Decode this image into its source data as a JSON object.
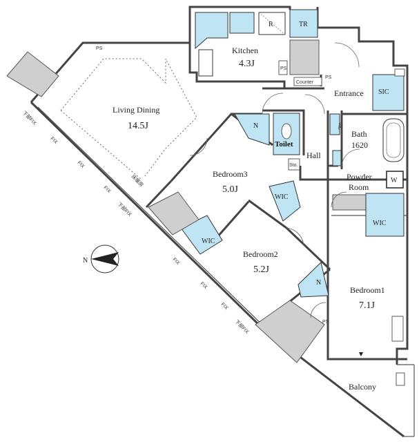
{
  "rooms": {
    "kitchen": {
      "name": "Kitchen",
      "size": "4.3J"
    },
    "living": {
      "name": "Living Dining",
      "size": "14.5J"
    },
    "bedroom3": {
      "name": "Bedroom3",
      "size": "5.0J"
    },
    "bedroom2": {
      "name": "Bedroom2",
      "size": "5.2J"
    },
    "bedroom1": {
      "name": "Bedroom1",
      "size": "7.1J"
    },
    "bath": {
      "name": "Bath",
      "size": "1620"
    },
    "powder": {
      "name": "Powder",
      "name2": "Room"
    },
    "toilet": {
      "name": "Toilet"
    },
    "hall": {
      "name": "Hall"
    },
    "entrance": {
      "name": "Entrance"
    },
    "balcony": {
      "name": "Balcony"
    }
  },
  "labels": {
    "tr": "TR",
    "sic": "SIC",
    "counter": "Counter",
    "ps": "PS",
    "r": "R",
    "n": "N",
    "wic": "WIC",
    "w": "W",
    "sto": "Sto.",
    "fix": "FIX",
    "lower_fix": "下部FIX",
    "bed_window": "床暖房",
    "compass_n": "N"
  }
}
